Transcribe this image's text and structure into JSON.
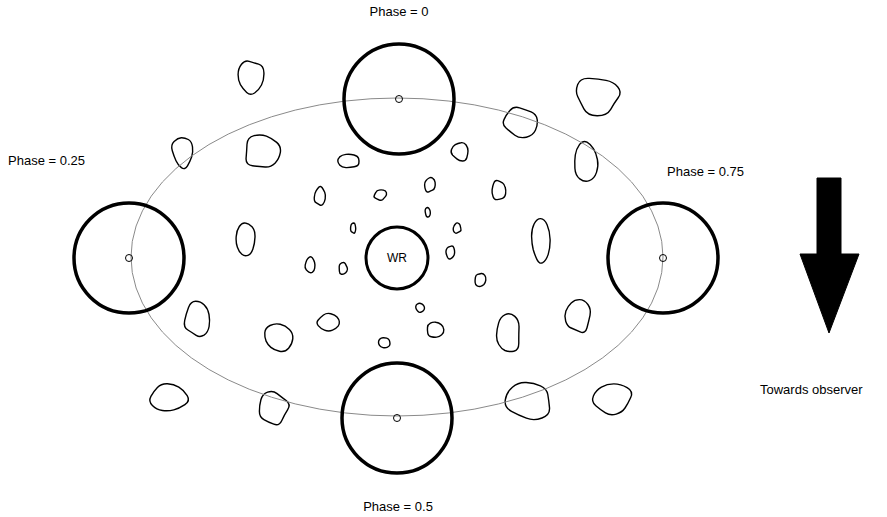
{
  "diagram": {
    "nodes": [
      {
        "text": [
          "WR"
        ]
      }
    ],
    "labels": [
      "Phase = 0",
      "Phase = 0.25",
      "Phase = 0.75",
      "Phase = 0.5",
      "Towards observer"
    ]
  }
}
